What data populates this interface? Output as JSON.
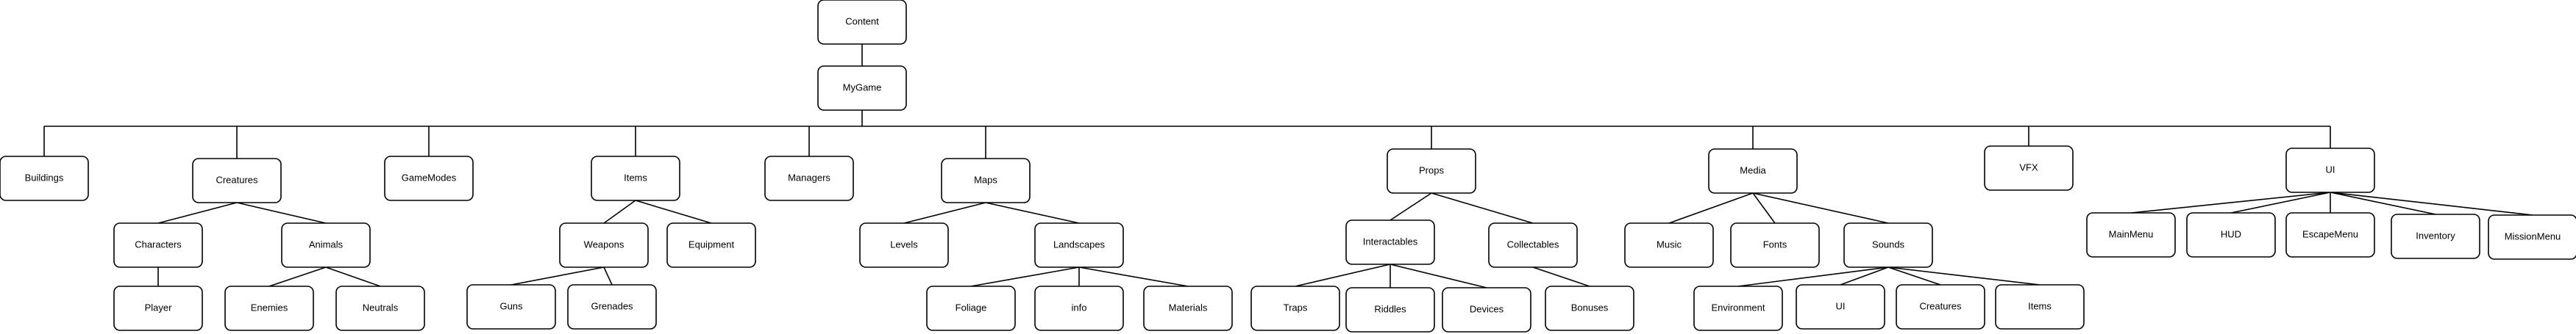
{
  "diagram": {
    "type": "tree",
    "root": {
      "id": "content",
      "label": "Content",
      "children": [
        {
          "id": "mygame",
          "label": "MyGame",
          "children": [
            {
              "id": "buildings",
              "label": "Buildings"
            },
            {
              "id": "creatures",
              "label": "Creatures",
              "children": [
                {
                  "id": "characters",
                  "label": "Characters",
                  "children": [
                    {
                      "id": "player",
                      "label": "Player"
                    }
                  ]
                },
                {
                  "id": "animals",
                  "label": "Animals",
                  "children": [
                    {
                      "id": "enemies",
                      "label": "Enemies"
                    },
                    {
                      "id": "neutrals",
                      "label": "Neutrals"
                    }
                  ]
                }
              ]
            },
            {
              "id": "gamemodes",
              "label": "GameModes"
            },
            {
              "id": "items",
              "label": "Items",
              "children": [
                {
                  "id": "weapons",
                  "label": "Weapons",
                  "children": [
                    {
                      "id": "guns",
                      "label": "Guns"
                    },
                    {
                      "id": "grenades",
                      "label": "Grenades"
                    }
                  ]
                },
                {
                  "id": "equipment",
                  "label": "Equipment"
                }
              ]
            },
            {
              "id": "managers",
              "label": "Managers"
            },
            {
              "id": "maps",
              "label": "Maps",
              "children": [
                {
                  "id": "levels",
                  "label": "Levels"
                },
                {
                  "id": "landscapes",
                  "label": "Landscapes",
                  "children": [
                    {
                      "id": "foliage",
                      "label": "Foliage"
                    },
                    {
                      "id": "info",
                      "label": "info"
                    },
                    {
                      "id": "materials",
                      "label": "Materials"
                    }
                  ]
                }
              ]
            },
            {
              "id": "props",
              "label": "Props",
              "children": [
                {
                  "id": "interactables",
                  "label": "Interactables",
                  "children": [
                    {
                      "id": "traps",
                      "label": "Traps"
                    },
                    {
                      "id": "riddles",
                      "label": "Riddles"
                    },
                    {
                      "id": "devices",
                      "label": "Devices"
                    }
                  ]
                },
                {
                  "id": "collectables",
                  "label": "Collectables",
                  "children": [
                    {
                      "id": "bonuses",
                      "label": "Bonuses"
                    }
                  ]
                }
              ]
            },
            {
              "id": "media",
              "label": "Media",
              "children": [
                {
                  "id": "music",
                  "label": "Music"
                },
                {
                  "id": "fonts",
                  "label": "Fonts"
                },
                {
                  "id": "sounds",
                  "label": "Sounds",
                  "children": [
                    {
                      "id": "environment",
                      "label": "Environment"
                    },
                    {
                      "id": "sounds-ui",
                      "label": "UI"
                    },
                    {
                      "id": "sounds-creatures",
                      "label": "Creatures"
                    },
                    {
                      "id": "sounds-items",
                      "label": "Items"
                    }
                  ]
                }
              ]
            },
            {
              "id": "vfx",
              "label": "VFX"
            },
            {
              "id": "ui",
              "label": "UI",
              "children": [
                {
                  "id": "mainmenu",
                  "label": "MainMenu"
                },
                {
                  "id": "hud",
                  "label": "HUD"
                },
                {
                  "id": "escapemenu",
                  "label": "EscapeMenu"
                },
                {
                  "id": "inventory",
                  "label": "Inventory"
                },
                {
                  "id": "missionmenu",
                  "label": "MissionMenu"
                }
              ]
            }
          ]
        }
      ]
    }
  }
}
